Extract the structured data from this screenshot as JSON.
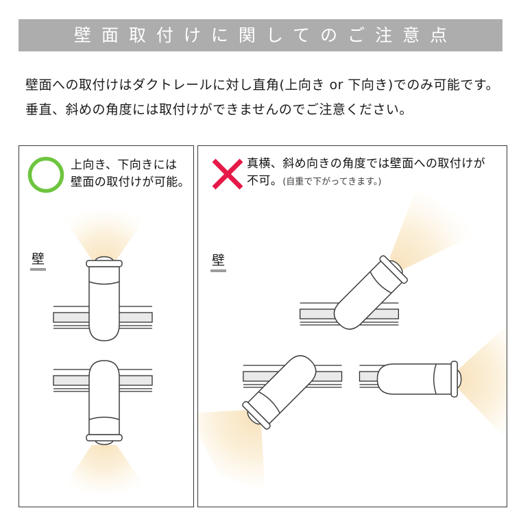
{
  "title": "壁面取付けに関してのご注意点",
  "intro": {
    "line1": "壁面への取付けはダクトレールに対し直角(上向き or 下向き)でのみ可能です。",
    "line2": "垂直、斜めの角度には取付けができませんのでご注意ください。"
  },
  "ok_panel": {
    "icon": "ok-circle-icon",
    "caption_line1": "上向き、下向きには",
    "caption_line2": "壁面の取付けが可能。",
    "wall_label": "壁",
    "diagram": "spotlight mounted perpendicular to duct rail, facing up and facing down, each with light beam"
  },
  "ng_panel": {
    "icon": "ng-cross-icon",
    "caption_line1": "真横、斜め向きの角度では壁面への取付けが",
    "caption_line2": "不可。",
    "caption_note": "(自重で下がってきます。)",
    "wall_label": "壁",
    "diagram": "spotlights tilted diagonally up-right, diagonally down-left, and sideways on duct rail — not allowed"
  },
  "colors": {
    "title_bar_bg": "#adadad",
    "title_text": "#ffffff",
    "body_text": "#1a1a1a",
    "panel_border": "#383838",
    "ok_green": "#6ec53f",
    "ng_red": "#e61948",
    "beam_warm": "#f8e2bc",
    "rail_gray": "#e9e9e9",
    "outline_gray": "#3f3f3f",
    "wall_underline": "#9c9c9c"
  }
}
